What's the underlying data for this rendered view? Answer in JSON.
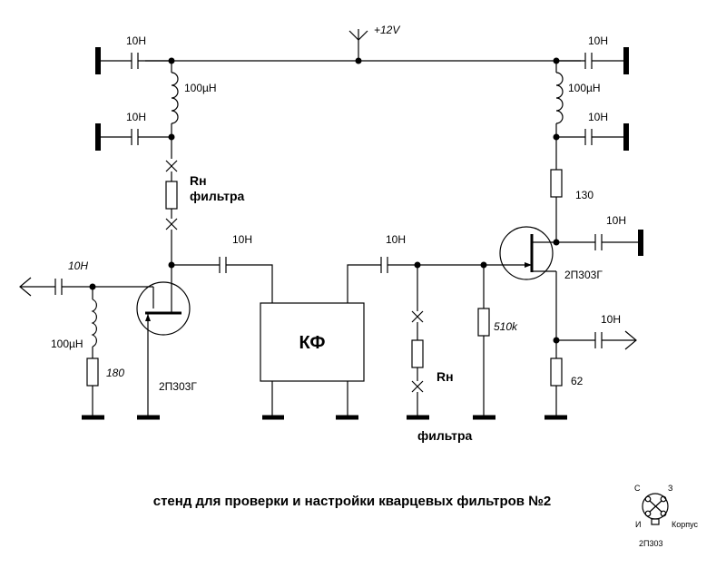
{
  "supply": {
    "label": "+12V"
  },
  "caption": "стенд для проверки и настройки кварцевых фильтров №2",
  "filter_block": {
    "label": "КФ"
  },
  "components": {
    "c_top_left": "10Н",
    "l_top_left": "100µН",
    "c_top_left2": "10Н",
    "rn_left_line1": "Rн",
    "rn_left_line2": "фильтра",
    "c_gate_left": "10H",
    "c_drain_left": "10Н",
    "c_filter_out": "10Н",
    "l_input": "100µН",
    "r_input": "180",
    "q_left": "2П303Г",
    "r_load": "510k",
    "rn_right_line1": "Rн",
    "rn_right_line2": "фильтра",
    "c_top_right": "10Н",
    "l_top_right": "100µН",
    "c_top_right2": "10Н",
    "r_drain_right": "130",
    "c_drain_right": "10Н",
    "q_right": "2П303Г",
    "c_out": "10Н",
    "r_source_right": "62"
  },
  "pinout": {
    "pin_s": "С",
    "pin_z": "З",
    "pin_i": "И",
    "case": "Корпус",
    "part": "2П303"
  }
}
